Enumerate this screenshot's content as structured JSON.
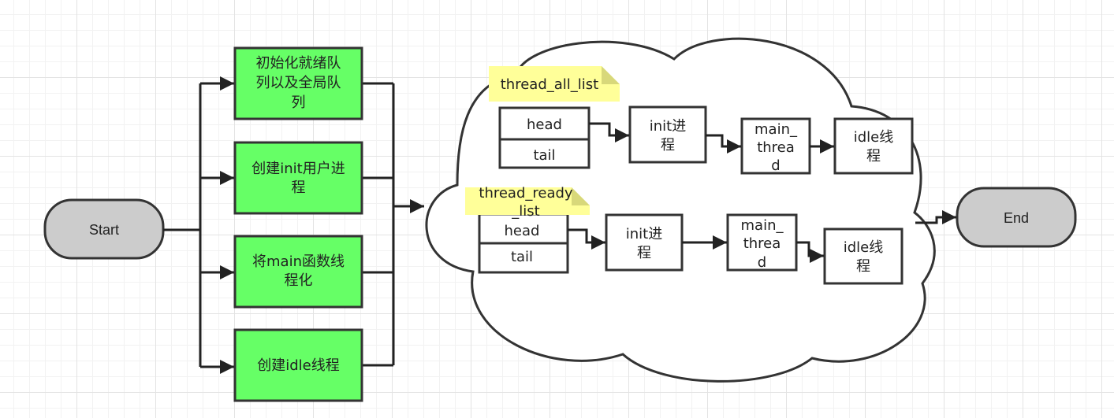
{
  "start": {
    "label": "Start"
  },
  "end": {
    "label": "End"
  },
  "steps": [
    {
      "lines": [
        "初始化就绪队",
        "列以及全局队",
        "列"
      ]
    },
    {
      "lines": [
        "创建init用户进",
        "程"
      ]
    },
    {
      "lines": [
        "将main函数线",
        "程化"
      ]
    },
    {
      "lines": [
        "创建idle线程"
      ]
    }
  ],
  "all_list": {
    "note": "thread_all_list",
    "head": "head",
    "tail": "tail",
    "nodes": [
      {
        "lines": [
          "init进",
          "程"
        ]
      },
      {
        "lines": [
          "main_",
          "threa",
          "d"
        ]
      },
      {
        "lines": [
          "idle线",
          "程"
        ]
      }
    ]
  },
  "ready_list": {
    "note_lines": [
      "thread_ready",
      "_list"
    ],
    "head": "head",
    "tail": "tail",
    "nodes": [
      {
        "lines": [
          "init进",
          "程"
        ]
      },
      {
        "lines": [
          "main_",
          "threa",
          "d"
        ]
      },
      {
        "lines": [
          "idle线",
          "程"
        ]
      }
    ]
  },
  "colors": {
    "step_fill": "#66ff66",
    "terminal_fill": "#cccccc",
    "note_fill": "#ffff99",
    "line": "#222222"
  }
}
